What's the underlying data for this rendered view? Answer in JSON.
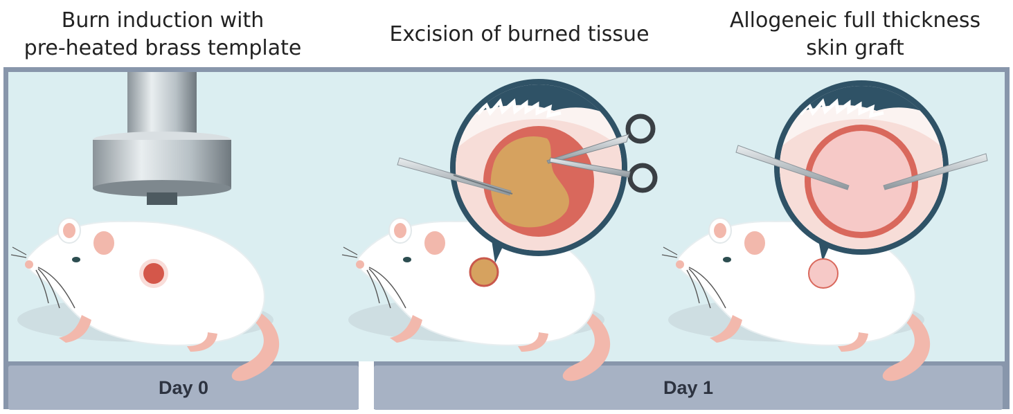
{
  "steps": [
    {
      "title": "Burn induction with\npre-heated brass template"
    },
    {
      "title": "Excision of burned tissue"
    },
    {
      "title": "Allogeneic full thickness\nskin graft"
    }
  ],
  "days": [
    {
      "label": "Day 0"
    },
    {
      "label": "Day 1"
    }
  ],
  "colors": {
    "panel_bg": "#dbeef1",
    "frame": "#8896ab",
    "day_bar": "#a7b2c4",
    "burn": "#d4574a",
    "excised_wound": "#d6a25f",
    "graft": "#f6c9c7",
    "callout": "#2f5266",
    "mouse_body": "#ffffff",
    "mouse_pink": "#f2b8ac"
  },
  "icons": [
    "brass-template-icon",
    "mouse-icon",
    "scissors-icon",
    "forceps-icon",
    "magnifier-callout-icon"
  ]
}
